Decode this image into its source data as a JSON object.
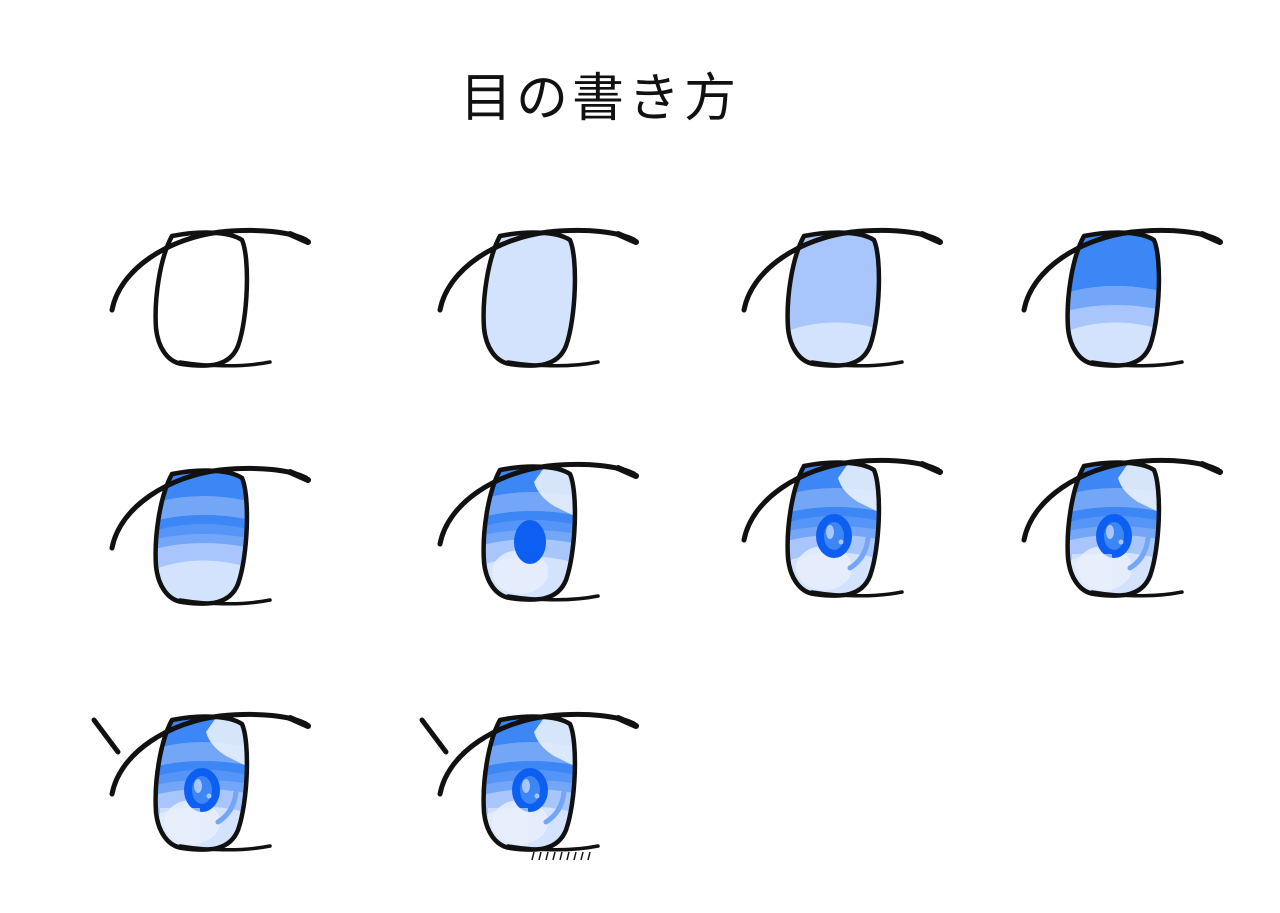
{
  "title": "目の書き方",
  "colors": {
    "line": "#111111",
    "iris_dark": "#3d86f5",
    "iris_mid": "#74a6f8",
    "iris_light": "#a8c6fb",
    "iris_pale": "#d3e3fd",
    "pupil": "#0d5ff2",
    "pupil_core": "#0a46d8",
    "highlight": "#e8effc"
  },
  "steps": [
    {
      "step": 1,
      "stage": "outline"
    },
    {
      "step": 2,
      "stage": "base-fill"
    },
    {
      "step": 3,
      "stage": "shade-bottom-light"
    },
    {
      "step": 4,
      "stage": "shade-top-dark"
    },
    {
      "step": 5,
      "stage": "gradient-bands"
    },
    {
      "step": 6,
      "stage": "pupil-added"
    },
    {
      "step": 7,
      "stage": "pupil-detail"
    },
    {
      "step": 8,
      "stage": "pupil-detail-refined"
    },
    {
      "step": 9,
      "stage": "eyelash-added"
    },
    {
      "step": 10,
      "stage": "lower-lashes-added"
    }
  ]
}
